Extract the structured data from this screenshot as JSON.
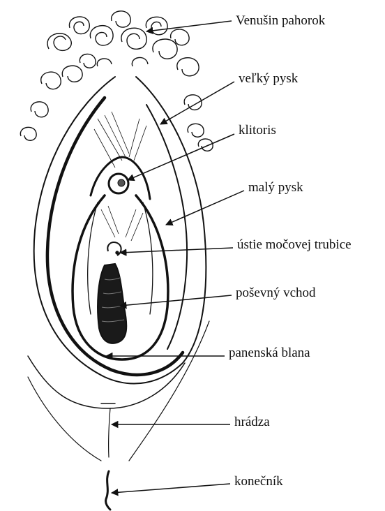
{
  "labels": {
    "venusin_pahorok": "Venušin pahorok",
    "velky_pysk": "veľký pysk",
    "klitoris": "klitoris",
    "maly_pysk": "malý pysk",
    "ustie_mocovej_trubice": "ústie močovej trubice",
    "posevny_vchod": "poševný vchod",
    "panenska_blana": "panenská blana",
    "hradza": "hrádza",
    "konecnik": "konečník"
  },
  "colors": {
    "ink": "#111111",
    "background": "#ffffff"
  }
}
